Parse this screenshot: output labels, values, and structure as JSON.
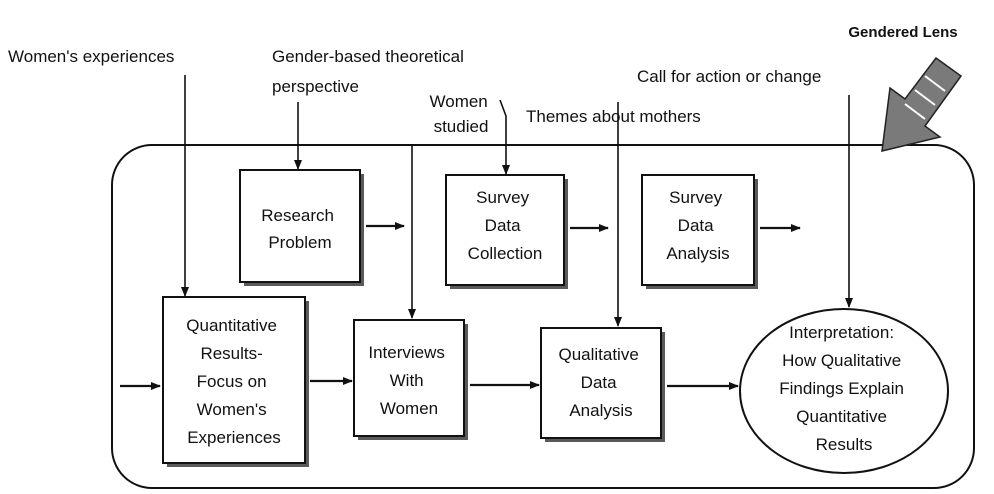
{
  "lens": {
    "title": "Gendered Lens",
    "color": "#7a7a7a"
  },
  "top_labels": {
    "womens_experiences": "Women's experiences",
    "gender_perspective": [
      "Gender-based theoretical",
      "perspective"
    ],
    "women_studied": [
      "Women",
      "studied"
    ],
    "themes_about_mothers": "Themes about mothers",
    "call_for_action": "Call for action or change"
  },
  "boxes": {
    "research_problem": [
      "Research",
      "Problem"
    ],
    "survey_collection": [
      "Survey",
      "Data",
      "Collection"
    ],
    "survey_analysis": [
      "Survey",
      "Data",
      "Analysis"
    ],
    "quantitative_results": [
      "Quantitative",
      "Results-",
      "Focus on",
      "Women's",
      "Experiences"
    ],
    "interviews": [
      "Interviews",
      "With",
      "Women"
    ],
    "qualitative_analysis": [
      "Qualitative",
      "Data",
      "Analysis"
    ],
    "interpretation": [
      "Interpretation:",
      "How Qualitative",
      "Findings Explain",
      "Quantitative",
      "Results"
    ]
  }
}
